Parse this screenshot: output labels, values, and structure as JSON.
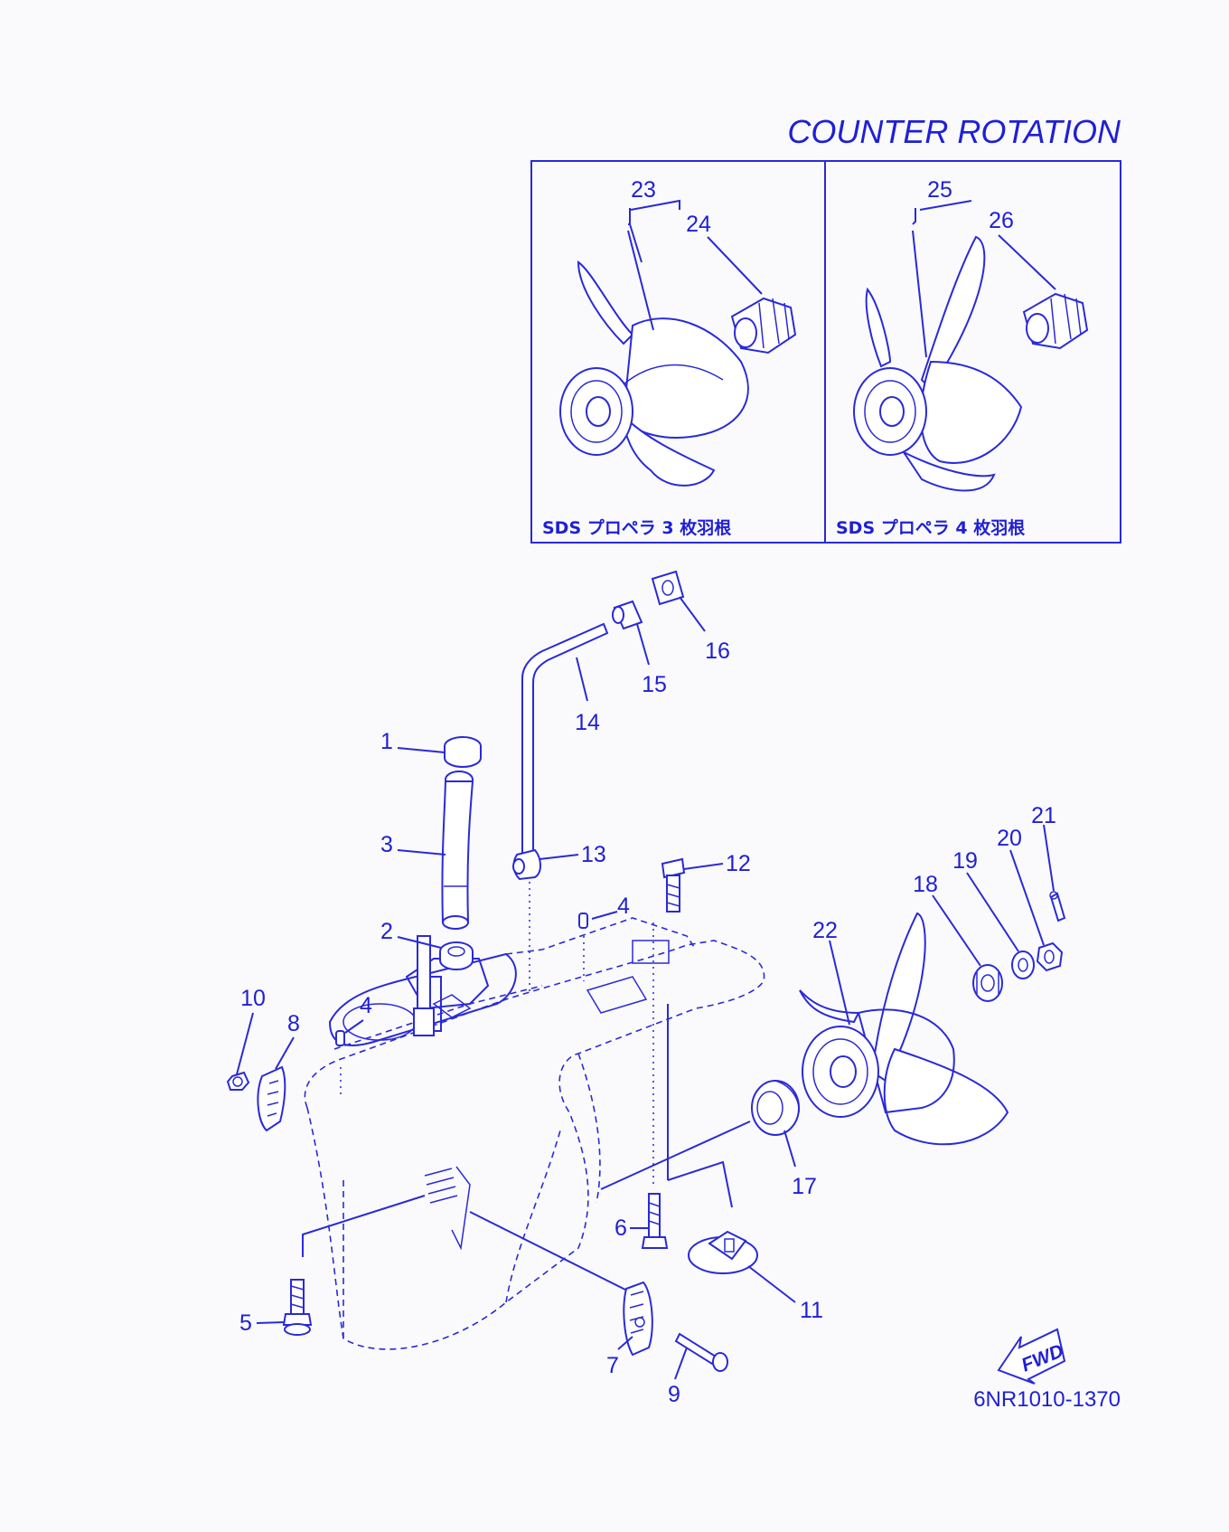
{
  "title": "COUNTER ROTATION",
  "inset_left": {
    "caption": "SDS プロペラ 3 枚羽根",
    "callouts": [
      "23",
      "24"
    ]
  },
  "inset_right": {
    "caption": "SDS プロペラ 4 枚羽根",
    "callouts": [
      "25",
      "26"
    ]
  },
  "callouts": {
    "c1": "1",
    "c2": "2",
    "c3": "3",
    "c4a": "4",
    "c4b": "4",
    "c5": "5",
    "c6": "6",
    "c7": "7",
    "c8": "8",
    "c9": "9",
    "c10": "10",
    "c11": "11",
    "c12": "12",
    "c13": "13",
    "c14": "14",
    "c15": "15",
    "c16": "16",
    "c17": "17",
    "c18": "18",
    "c19": "19",
    "c20": "20",
    "c21": "21",
    "c22": "22"
  },
  "fwd_label": "FWD",
  "diagram_code": "6NR1010-1370",
  "colors": {
    "line": "#2a2ad8",
    "text": "#1f1fd6",
    "background": "#fafafc"
  }
}
